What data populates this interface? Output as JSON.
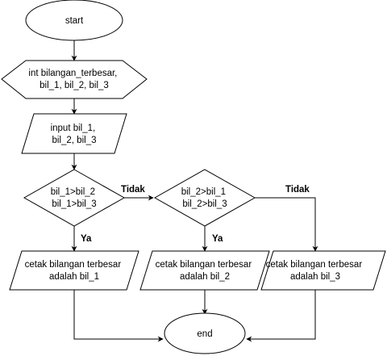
{
  "nodes": {
    "start": {
      "label": "start"
    },
    "declare": {
      "lines": [
        "int bilangan_terbesar,",
        "bil_1, bil_2, bil_3"
      ]
    },
    "input": {
      "lines": [
        "input bil_1,",
        "bil_2, bil_3"
      ]
    },
    "decision1": {
      "lines": [
        "bil_1>bil_2",
        "bil_1>bil_3"
      ]
    },
    "decision2": {
      "lines": [
        "bil_2>bil_1",
        "bil_2>bil_3"
      ]
    },
    "output1": {
      "lines": [
        "cetak bilangan terbesar",
        "adalah bil_1"
      ]
    },
    "output2": {
      "lines": [
        "cetak bilangan terbesar",
        "adalah bil_2"
      ]
    },
    "output3": {
      "lines": [
        "cetak bilangan terbesar",
        "adalah bil_3"
      ]
    },
    "end": {
      "label": "end"
    }
  },
  "edge_labels": {
    "d1_yes": "Ya",
    "d1_no": "Tidak",
    "d2_yes": "Ya",
    "d2_no": "Tidak"
  }
}
